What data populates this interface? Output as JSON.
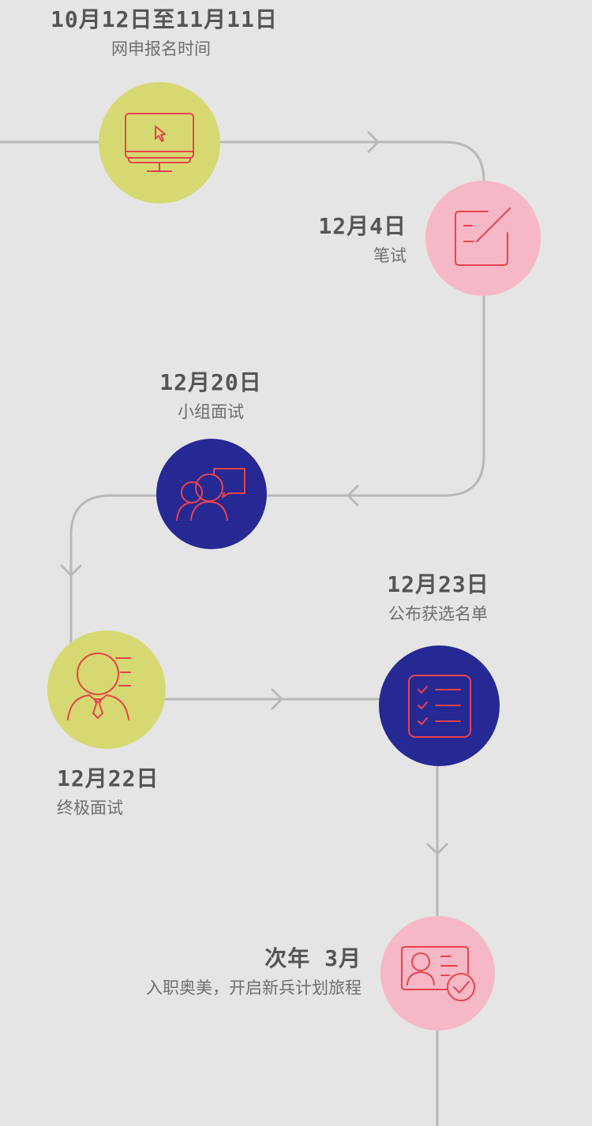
{
  "colors": {
    "background": "#e5e5e6",
    "line": "#b9b9bb",
    "yellow_green": "#d6d972",
    "pink": "#f6b8c6",
    "navy": "#262893",
    "icon_red": "#e8434b",
    "date_text": "#555559",
    "desc_text": "#6e6e72"
  },
  "steps": [
    {
      "date": "10月12日至11月11日",
      "desc": "网申报名时间",
      "icon": "computer-monitor-icon",
      "color": "yellow_green"
    },
    {
      "date": "12月4日",
      "desc": "笔试",
      "icon": "edit-pen-icon",
      "color": "pink"
    },
    {
      "date": "12月20日",
      "desc": "小组面试",
      "icon": "group-chat-icon",
      "color": "navy"
    },
    {
      "date": "12月22日",
      "desc": "终极面试",
      "icon": "interviewer-icon",
      "color": "yellow_green"
    },
    {
      "date": "12月23日",
      "desc": "公布获选名单",
      "icon": "checklist-icon",
      "color": "navy"
    },
    {
      "date": "次年 3月",
      "desc": "入职奥美，开启新兵计划旅程",
      "icon": "id-card-check-icon",
      "color": "pink"
    }
  ]
}
